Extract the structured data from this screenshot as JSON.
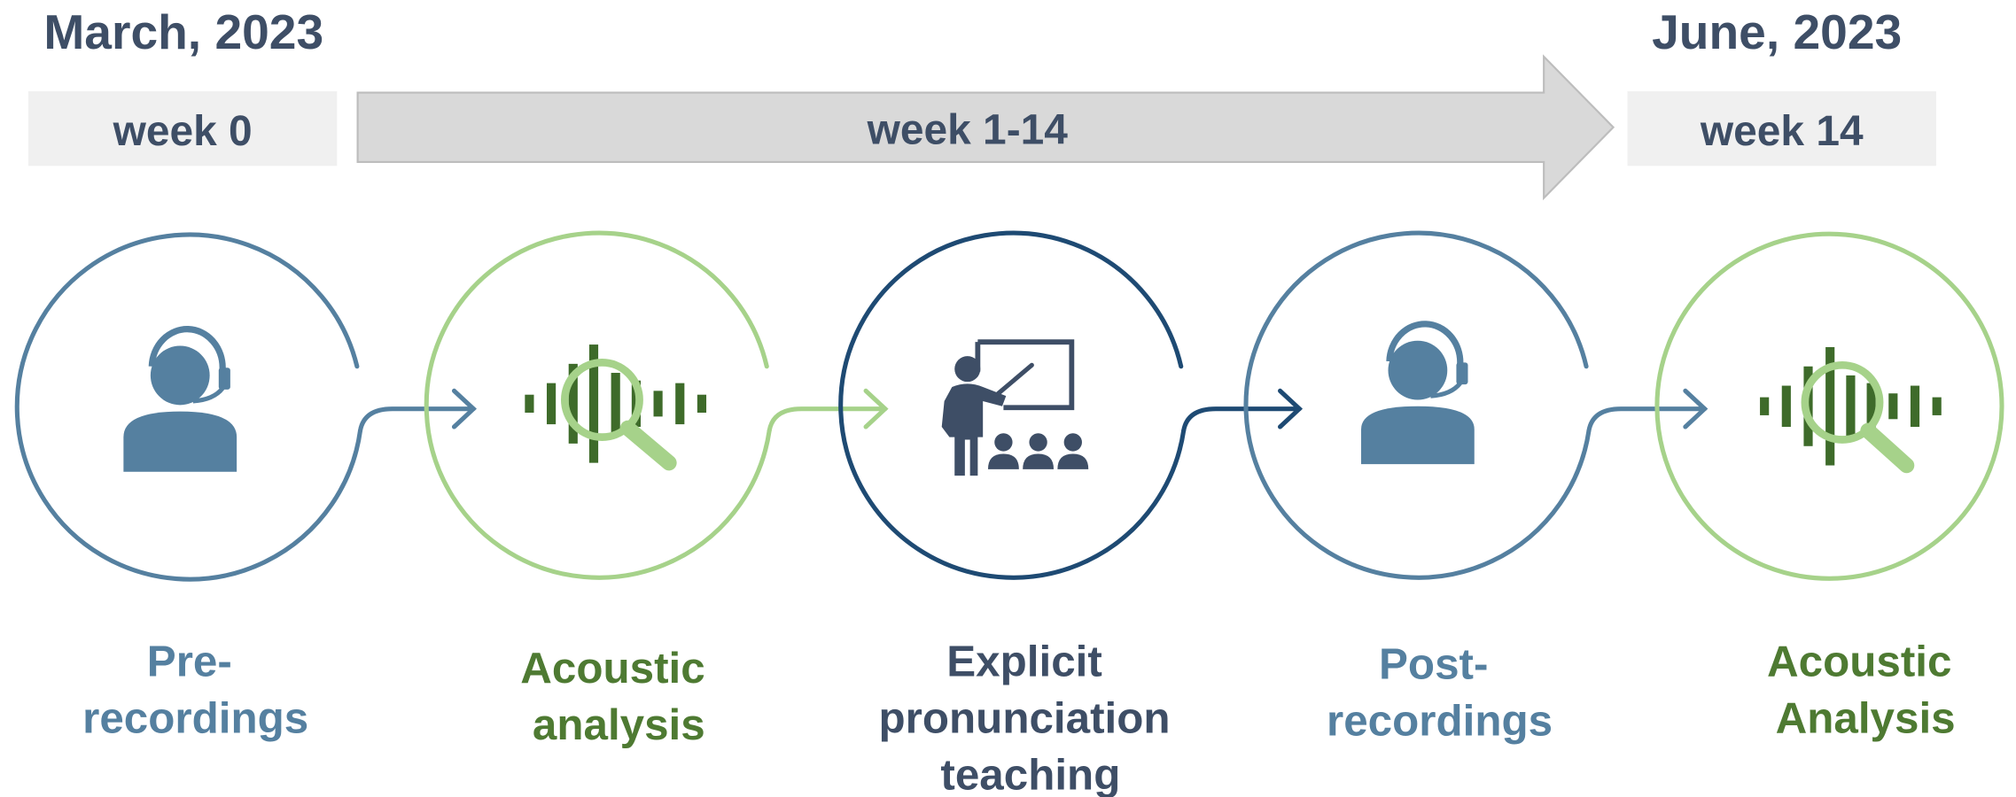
{
  "timeline": {
    "start_date": "March, 2023",
    "end_date": "June, 2023",
    "start_week": "week 0",
    "middle_week": "week 1-14",
    "end_week": "week 14"
  },
  "steps": [
    {
      "lines": [
        "Pre-",
        "recordings"
      ],
      "color": "#5580a0",
      "icon": "headset-user-icon"
    },
    {
      "lines": [
        "Acoustic",
        "analysis"
      ],
      "color": "#a6d28a",
      "text_color": "#4e7a32",
      "icon": "sound-wave-magnifier-icon"
    },
    {
      "lines": [
        "Explicit",
        "pronunciation",
        "teaching"
      ],
      "color": "#1e4a73",
      "text_color": "#3e4e66",
      "icon": "teacher-classroom-icon"
    },
    {
      "lines": [
        "Post-",
        "recordings"
      ],
      "color": "#5580a0",
      "icon": "headset-user-icon"
    },
    {
      "lines": [
        "Acoustic",
        "Analysis"
      ],
      "color": "#a6d28a",
      "text_color": "#4e7a32",
      "icon": "sound-wave-magnifier-icon"
    }
  ],
  "colors": {
    "title_text": "#3e4e66",
    "week_box": "#f0f0f0",
    "arrow_fill": "#d9d9d9",
    "arrow_stroke": "#bdbdbd",
    "wave_dark": "#3e6b2a",
    "lens_green": "#a6d28a",
    "teacher_dark": "#3e4e66"
  }
}
